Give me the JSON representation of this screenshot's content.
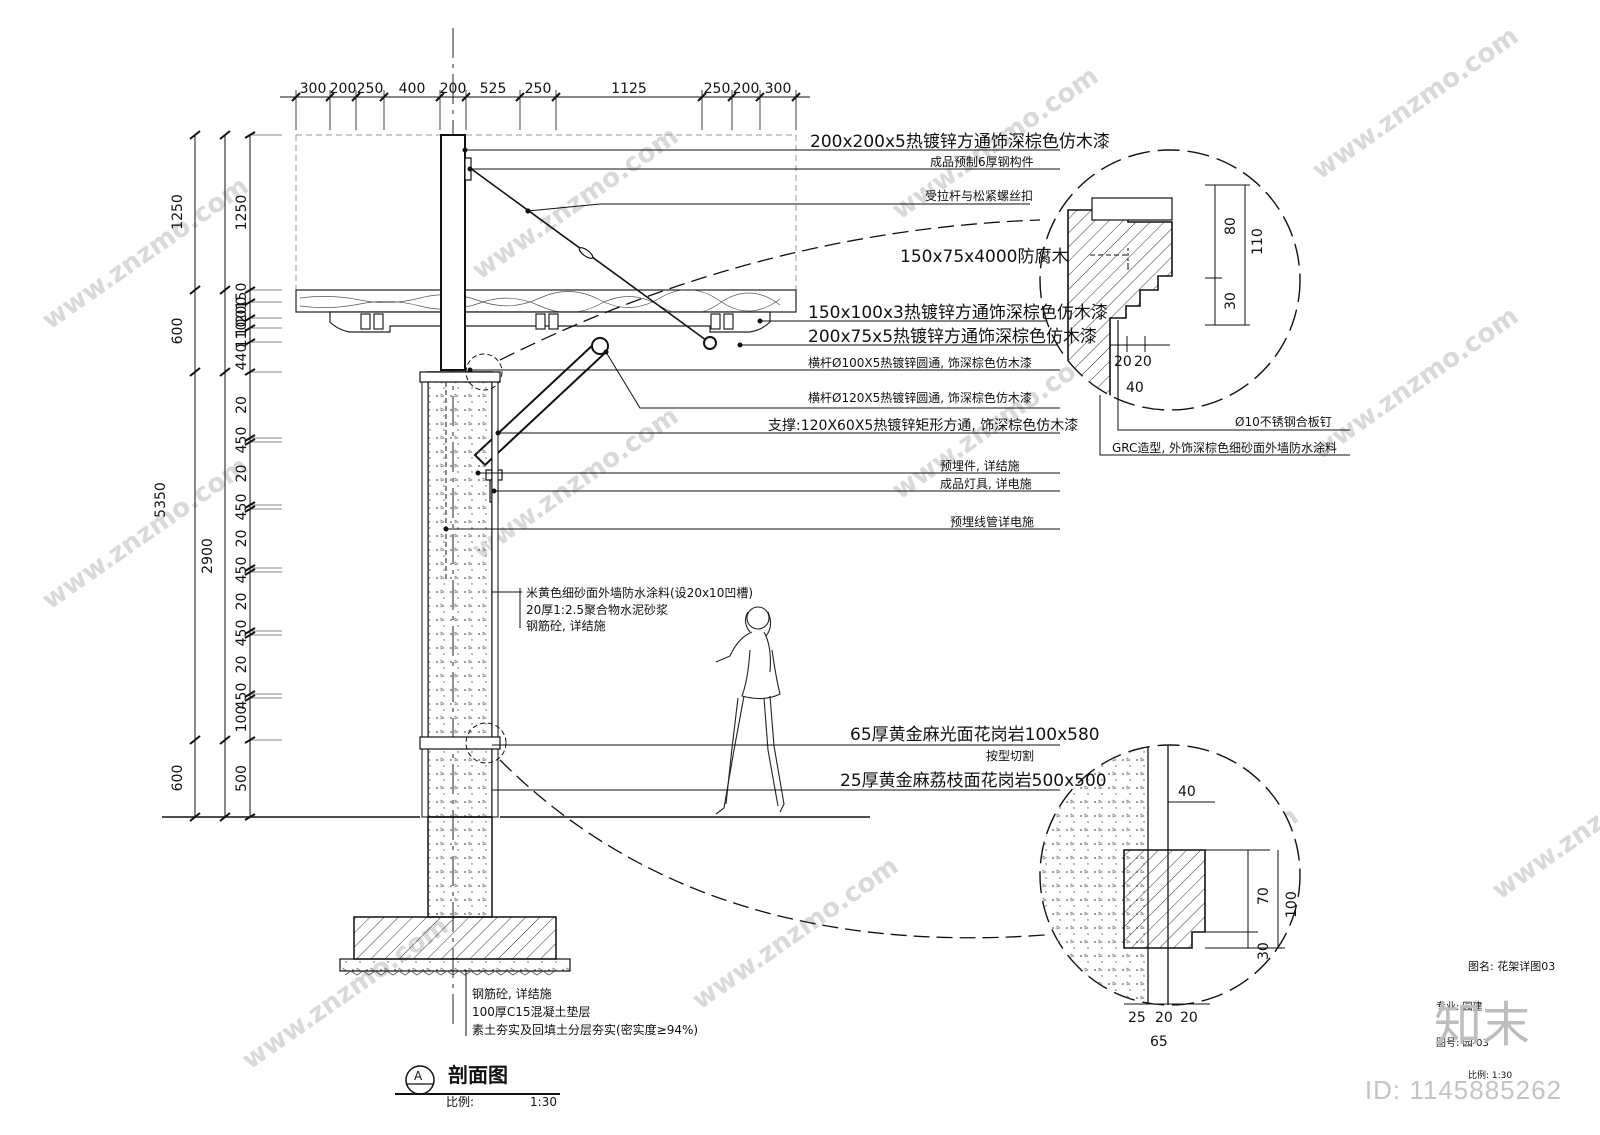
{
  "top_dims": [
    "300",
    "200",
    "250",
    "400",
    "200",
    "525",
    "250",
    "1125",
    "250",
    "200",
    "300"
  ],
  "left_outer_dims": [
    "1250",
    "600",
    "5350",
    "2900",
    "600"
  ],
  "left_inner_dims": [
    "1250",
    "150",
    "200",
    "100",
    "110",
    "440",
    "20",
    "450",
    "20",
    "450",
    "20",
    "450",
    "20",
    "450",
    "20",
    "450",
    "100",
    "500"
  ],
  "callouts": [
    "200x200x5热镀锌方通饰深棕色仿木漆",
    "成品预制6厚钢构件",
    "受拉杆与松紧螺丝扣",
    "150x75x4000防腐木",
    "150x100x3热镀锌方通饰深棕色仿木漆",
    "200x75x5热镀锌方通饰深棕色仿木漆",
    "横杆Ø100X5热镀锌圆通, 饰深棕色仿木漆",
    "横杆Ø120X5热镀锌圆通, 饰深棕色仿木漆",
    "支撑:120X60X5热镀锌矩形方通, 饰深棕色仿木漆",
    "预埋件, 详结施",
    "成品灯具, 详电施",
    "预埋线管详电施"
  ],
  "wall_notes": [
    "米黄色细砂面外墙防水涂料(设20x10凹槽)",
    "20厚1:2.5聚合物水泥砂浆",
    "钢筋砼, 详结施"
  ],
  "granite_notes": [
    "65厚黄金麻光面花岗岩100x580",
    "按型切割",
    "25厚黄金麻荔枝面花岗岩500x500"
  ],
  "foundation_notes": [
    "钢筋砼, 详结施",
    "100厚C15混凝土垫层",
    "素土夯实及回填土分层夯实(密实度≥94%)"
  ],
  "detail_top": {
    "dims_right": [
      "80",
      "110",
      "30"
    ],
    "dims_bottom": [
      "20",
      "20",
      "40"
    ],
    "notes": [
      "Ø10不锈钢合板钉",
      "GRC造型, 外饰深棕色细砂面外墙防水涂料"
    ]
  },
  "detail_bottom": {
    "dim_top": "40",
    "dims_right": [
      "70",
      "100",
      "30"
    ],
    "dims_bottom": [
      "25",
      "20",
      "20",
      "65"
    ]
  },
  "section": {
    "marker": "A",
    "title": "剖面图",
    "scale_label": "比例:",
    "scale": "1:30"
  },
  "title_block": [
    "图名: 花架详图03",
    "专业: 园建",
    "图号: 园-03",
    "比例: 1:30"
  ],
  "watermark": "www.znzmo.com",
  "brand": "知末",
  "id_text": "ID: 1145885262"
}
